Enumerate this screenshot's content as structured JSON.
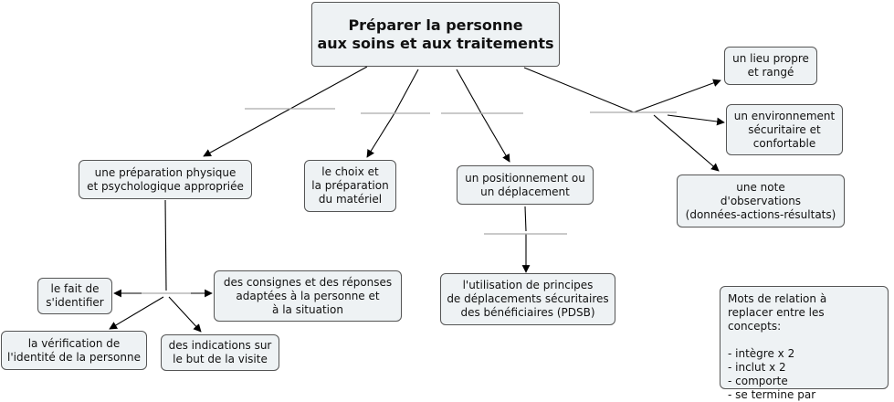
{
  "root": "Préparer la personne\naux soins et aux traitements",
  "nodes": {
    "prep_physique": "une préparation physique\net psychologique appropriée",
    "choix_materiel": "le choix et\nla préparation\ndu matériel",
    "positionnement": "un positionnement ou\nun déplacement",
    "lieu_propre": "un lieu propre\net rangé",
    "environnement": "un environnement\nsécuritaire et\nconfortable",
    "note_observations": "une note\nd'observations\n(données-actions-résultats)",
    "consignes": "des consignes et des réponses\nadaptées à la personne et\nà la situation",
    "fait_identifier": "le fait de\ns'identifier",
    "verification_identite": "la vérification de\nl'identité de la personne",
    "indications_visite": "des indications sur\nle but de la visite",
    "principes_pdsb": "l'utilisation de principes\nde déplacements sécuritaires\ndes bénéficiaires (PDSB)"
  },
  "legend_note": "Mots de relation à\nreplacer entre les concepts:\n\n- intègre x 2\n- inclut x 2\n- comporte\n- se termine par"
}
